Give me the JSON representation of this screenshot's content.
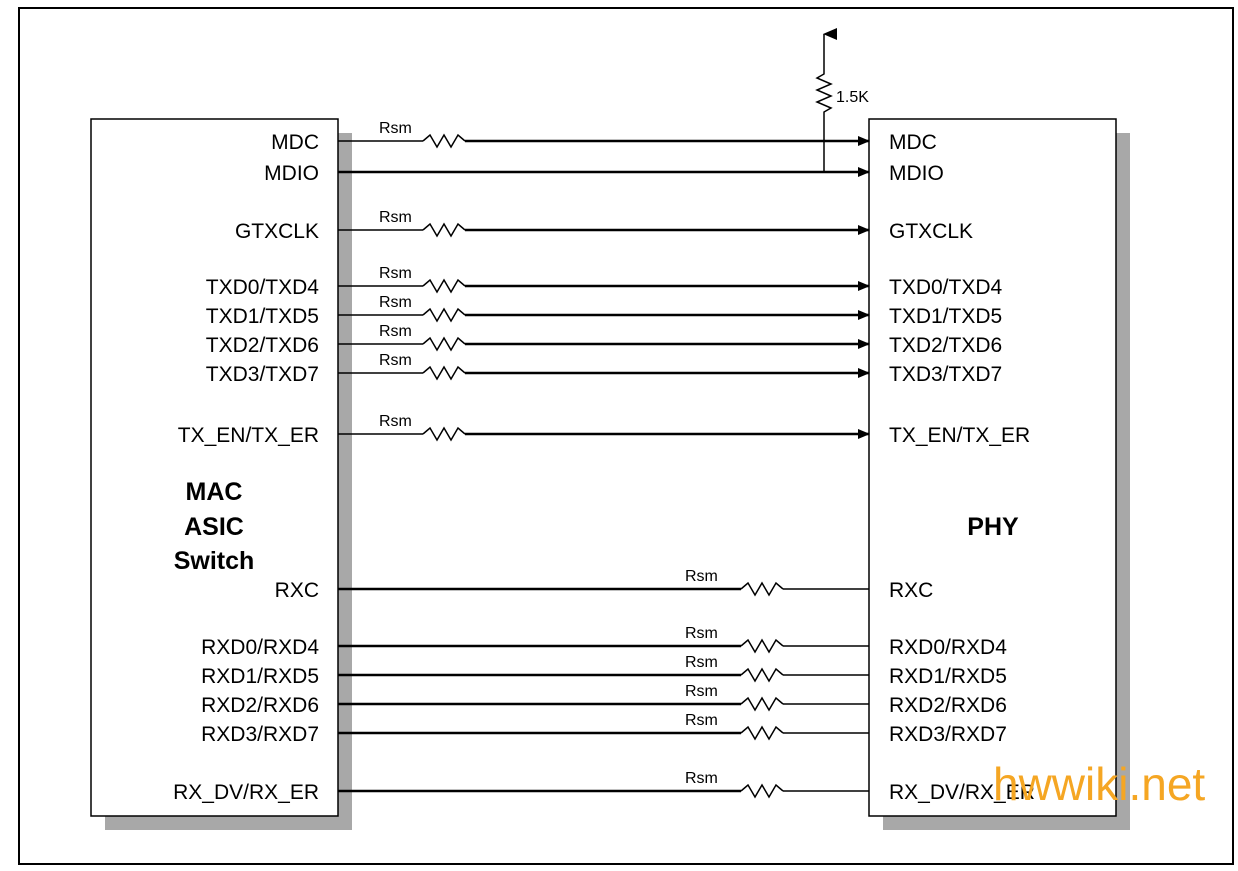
{
  "diagram": {
    "mac_title_lines": [
      "MAC",
      "ASIC",
      "Switch"
    ],
    "phy_title": "PHY",
    "pullup_label": "1.5K",
    "resistor_label": "Rsm",
    "tx_signals": [
      {
        "mac": "MDC",
        "phy": "MDC",
        "resistor": true
      },
      {
        "mac": "MDIO",
        "phy": "MDIO",
        "resistor": false
      },
      {
        "mac": "GTXCLK",
        "phy": "GTXCLK",
        "resistor": true
      },
      {
        "mac": "TXD0/TXD4",
        "phy": "TXD0/TXD4",
        "resistor": true
      },
      {
        "mac": "TXD1/TXD5",
        "phy": "TXD1/TXD5",
        "resistor": true
      },
      {
        "mac": "TXD2/TXD6",
        "phy": "TXD2/TXD6",
        "resistor": true
      },
      {
        "mac": "TXD3/TXD7",
        "phy": "TXD3/TXD7",
        "resistor": true
      },
      {
        "mac": "TX_EN/TX_ER",
        "phy": "TX_EN/TX_ER",
        "resistor": true
      }
    ],
    "rx_signals": [
      {
        "mac": "RXC",
        "phy": "RXC",
        "resistor": true
      },
      {
        "mac": "RXD0/RXD4",
        "phy": "RXD0/RXD4",
        "resistor": true
      },
      {
        "mac": "RXD1/RXD5",
        "phy": "RXD1/RXD5",
        "resistor": true
      },
      {
        "mac": "RXD2/RXD6",
        "phy": "RXD2/RXD6",
        "resistor": true
      },
      {
        "mac": "RXD3/RXD7",
        "phy": "RXD3/RXD7",
        "resistor": true
      },
      {
        "mac": "RX_DV/RX_ER",
        "phy": "RX_DV/RX_ER",
        "resistor": true
      }
    ]
  },
  "watermark": "hwwiki.net"
}
